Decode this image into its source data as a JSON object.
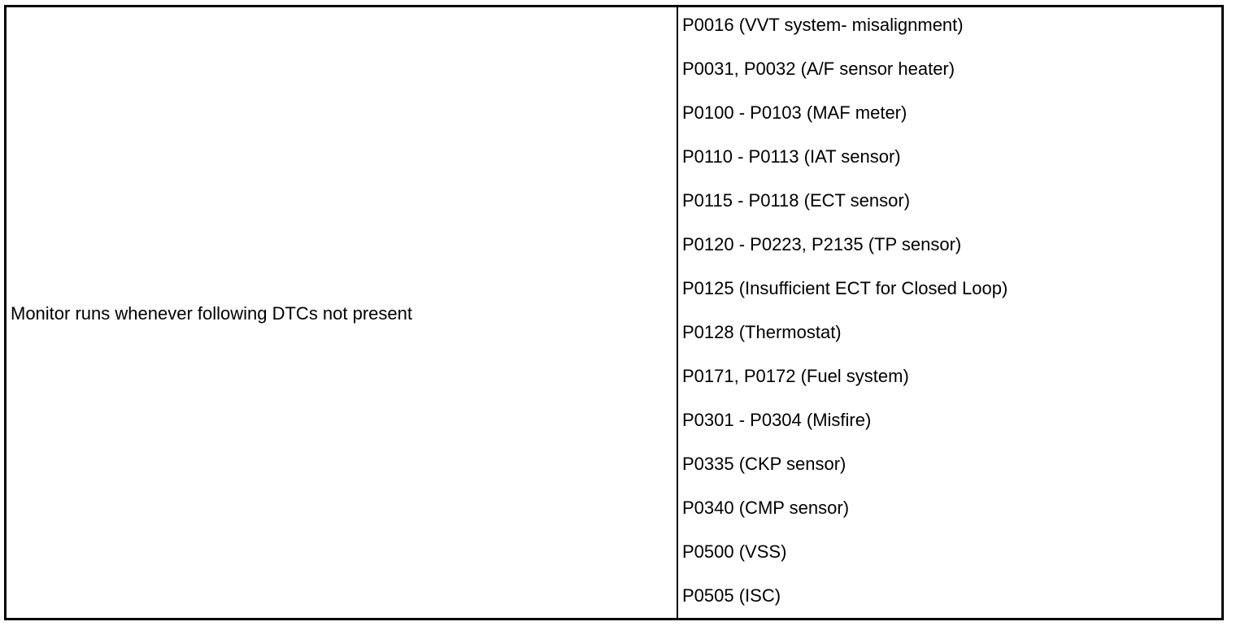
{
  "condition_label": "Monitor runs whenever following DTCs not present",
  "dtc_list": [
    "P0016 (VVT system- misalignment)",
    "P0031, P0032 (A/F sensor heater)",
    "P0100 - P0103 (MAF meter)",
    "P0110 - P0113 (IAT sensor)",
    "P0115 - P0118 (ECT sensor)",
    "P0120 - P0223, P2135 (TP sensor)",
    "P0125 (Insufficient ECT for Closed Loop)",
    "P0128 (Thermostat)",
    "P0171, P0172 (Fuel system)",
    "P0301 - P0304 (Misfire)",
    "P0335 (CKP sensor)",
    "P0340 (CMP sensor)",
    "P0500 (VSS)",
    "P0505 (ISC)"
  ]
}
